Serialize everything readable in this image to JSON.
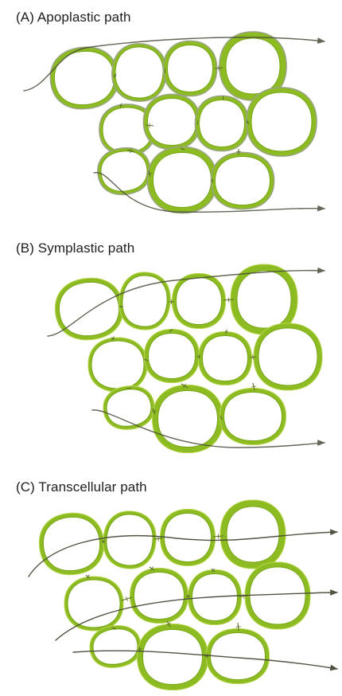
{
  "panels": [
    {
      "id": "A",
      "title": "(A) Apoplastic path",
      "route": "apoplastic"
    },
    {
      "id": "B",
      "title": "(B) Symplastic path",
      "route": "symplastic"
    },
    {
      "id": "C",
      "title": "(C) Transcellular path",
      "route": "transcellular"
    }
  ],
  "colors": {
    "cell_wall": "#8cbc22",
    "cell_wall_dark": "#6e9a14",
    "cell_wall_light": "#c4dc5a",
    "path_line": "#4a4a3a",
    "apoplast_edge": "#9aa28a",
    "plasmodesmata": "#5a6a2a",
    "background": "#ffffff"
  },
  "icons": [
    "flow-arrowhead-icon"
  ]
}
